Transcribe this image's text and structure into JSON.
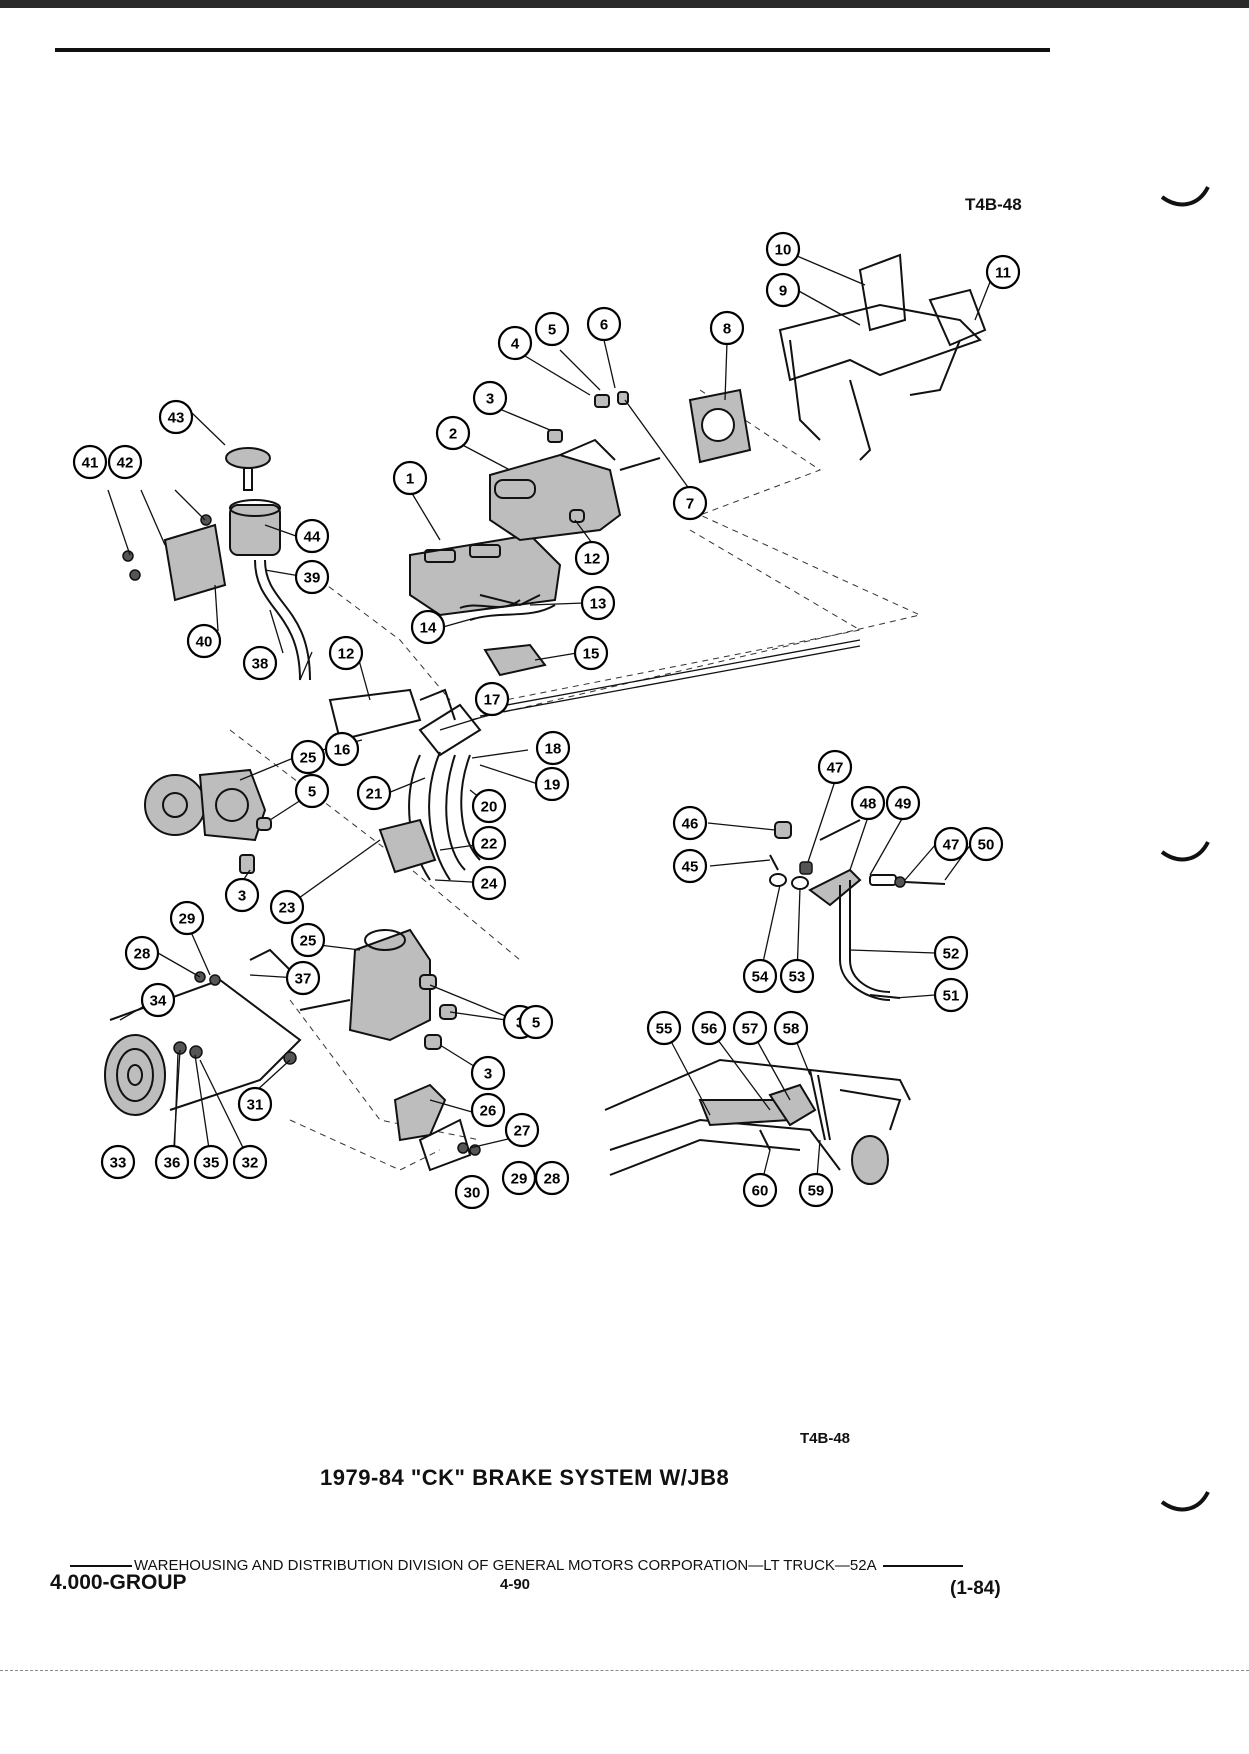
{
  "header": {
    "figure_tag": "T4B-48"
  },
  "diagram": {
    "figure_tag": "T4B-48",
    "caption": "1979-84 \"CK\" BRAKE SYSTEM W/JB8",
    "callouts": [
      "1",
      "2",
      "3",
      "4",
      "5",
      "6",
      "7",
      "8",
      "9",
      "10",
      "11",
      "12",
      "13",
      "14",
      "15",
      "16",
      "17",
      "18",
      "19",
      "20",
      "21",
      "22",
      "23",
      "24",
      "25",
      "26",
      "27",
      "28",
      "29",
      "30",
      "31",
      "32",
      "33",
      "34",
      "35",
      "36",
      "37",
      "38",
      "39",
      "40",
      "41",
      "42",
      "43",
      "44",
      "45",
      "46",
      "47",
      "48",
      "49",
      "50",
      "51",
      "52",
      "53",
      "54",
      "55",
      "56",
      "57",
      "58",
      "59",
      "60"
    ]
  },
  "footer": {
    "line": "WAREHOUSING AND DISTRIBUTION  DIVISION OF GENERAL MOTORS CORPORATION—LT TRUCK—52A",
    "group": "4.000-GROUP",
    "page": "4-90",
    "date": "(1-84)"
  }
}
